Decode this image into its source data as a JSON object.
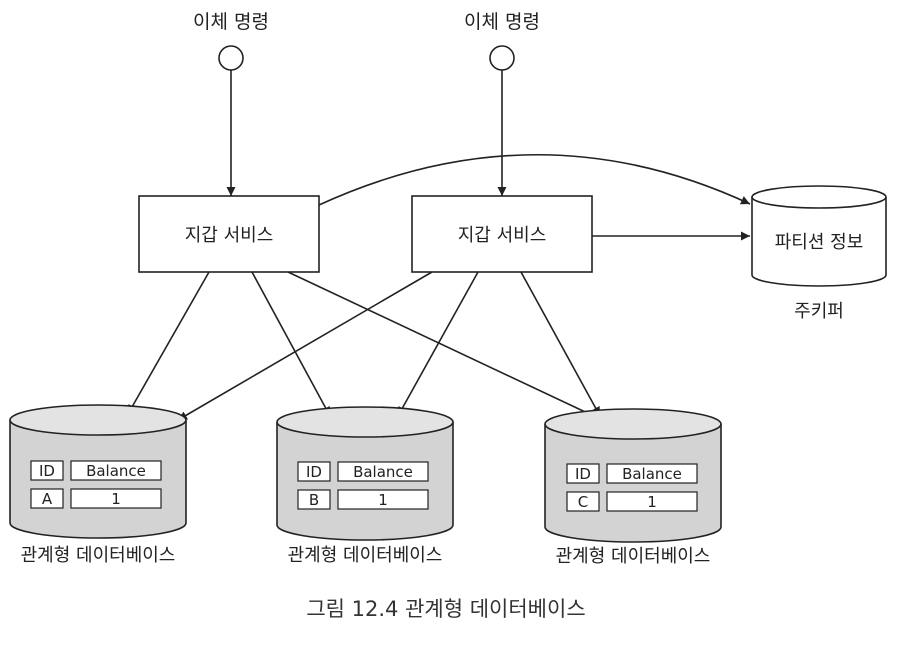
{
  "transfer_commands": [
    {
      "label": "이체 명령"
    },
    {
      "label": "이체 명령"
    }
  ],
  "wallet_services": [
    {
      "label": "지갑 서비스"
    },
    {
      "label": "지갑 서비스"
    }
  ],
  "partition_info": {
    "label": "파티션 정보",
    "caption": "주키퍼"
  },
  "databases": [
    {
      "label": "관계형 데이터베이스",
      "header": {
        "id": "ID",
        "balance": "Balance"
      },
      "row": {
        "id": "A",
        "balance": "1"
      }
    },
    {
      "label": "관계형 데이터베이스",
      "header": {
        "id": "ID",
        "balance": "Balance"
      },
      "row": {
        "id": "B",
        "balance": "1"
      }
    },
    {
      "label": "관계형 데이터베이스",
      "header": {
        "id": "ID",
        "balance": "Balance"
      },
      "row": {
        "id": "C",
        "balance": "1"
      }
    }
  ],
  "figure_caption": "그림 12.4 관계형 데이터베이스"
}
